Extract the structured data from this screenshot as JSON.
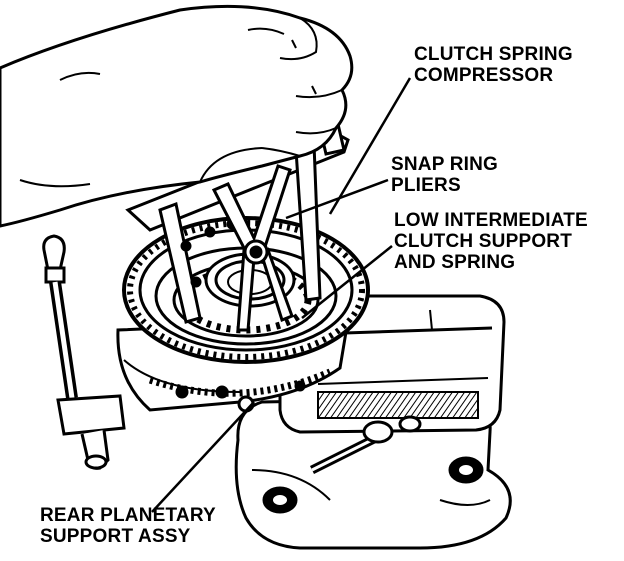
{
  "labels": {
    "compressor": {
      "line1": "CLUTCH SPRING",
      "line2": "COMPRESSOR"
    },
    "pliers": {
      "line1": "SNAP RING",
      "line2": "PLIERS"
    },
    "low_intermediate": {
      "line1": "LOW INTERMEDIATE",
      "line2": "CLUTCH SUPPORT",
      "line3": "AND SPRING"
    },
    "rear_planetary": {
      "line1": "REAR PLANETARY",
      "line2": "SUPPORT ASSY"
    }
  },
  "colors": {
    "ink": "#000000",
    "paper": "#ffffff"
  }
}
